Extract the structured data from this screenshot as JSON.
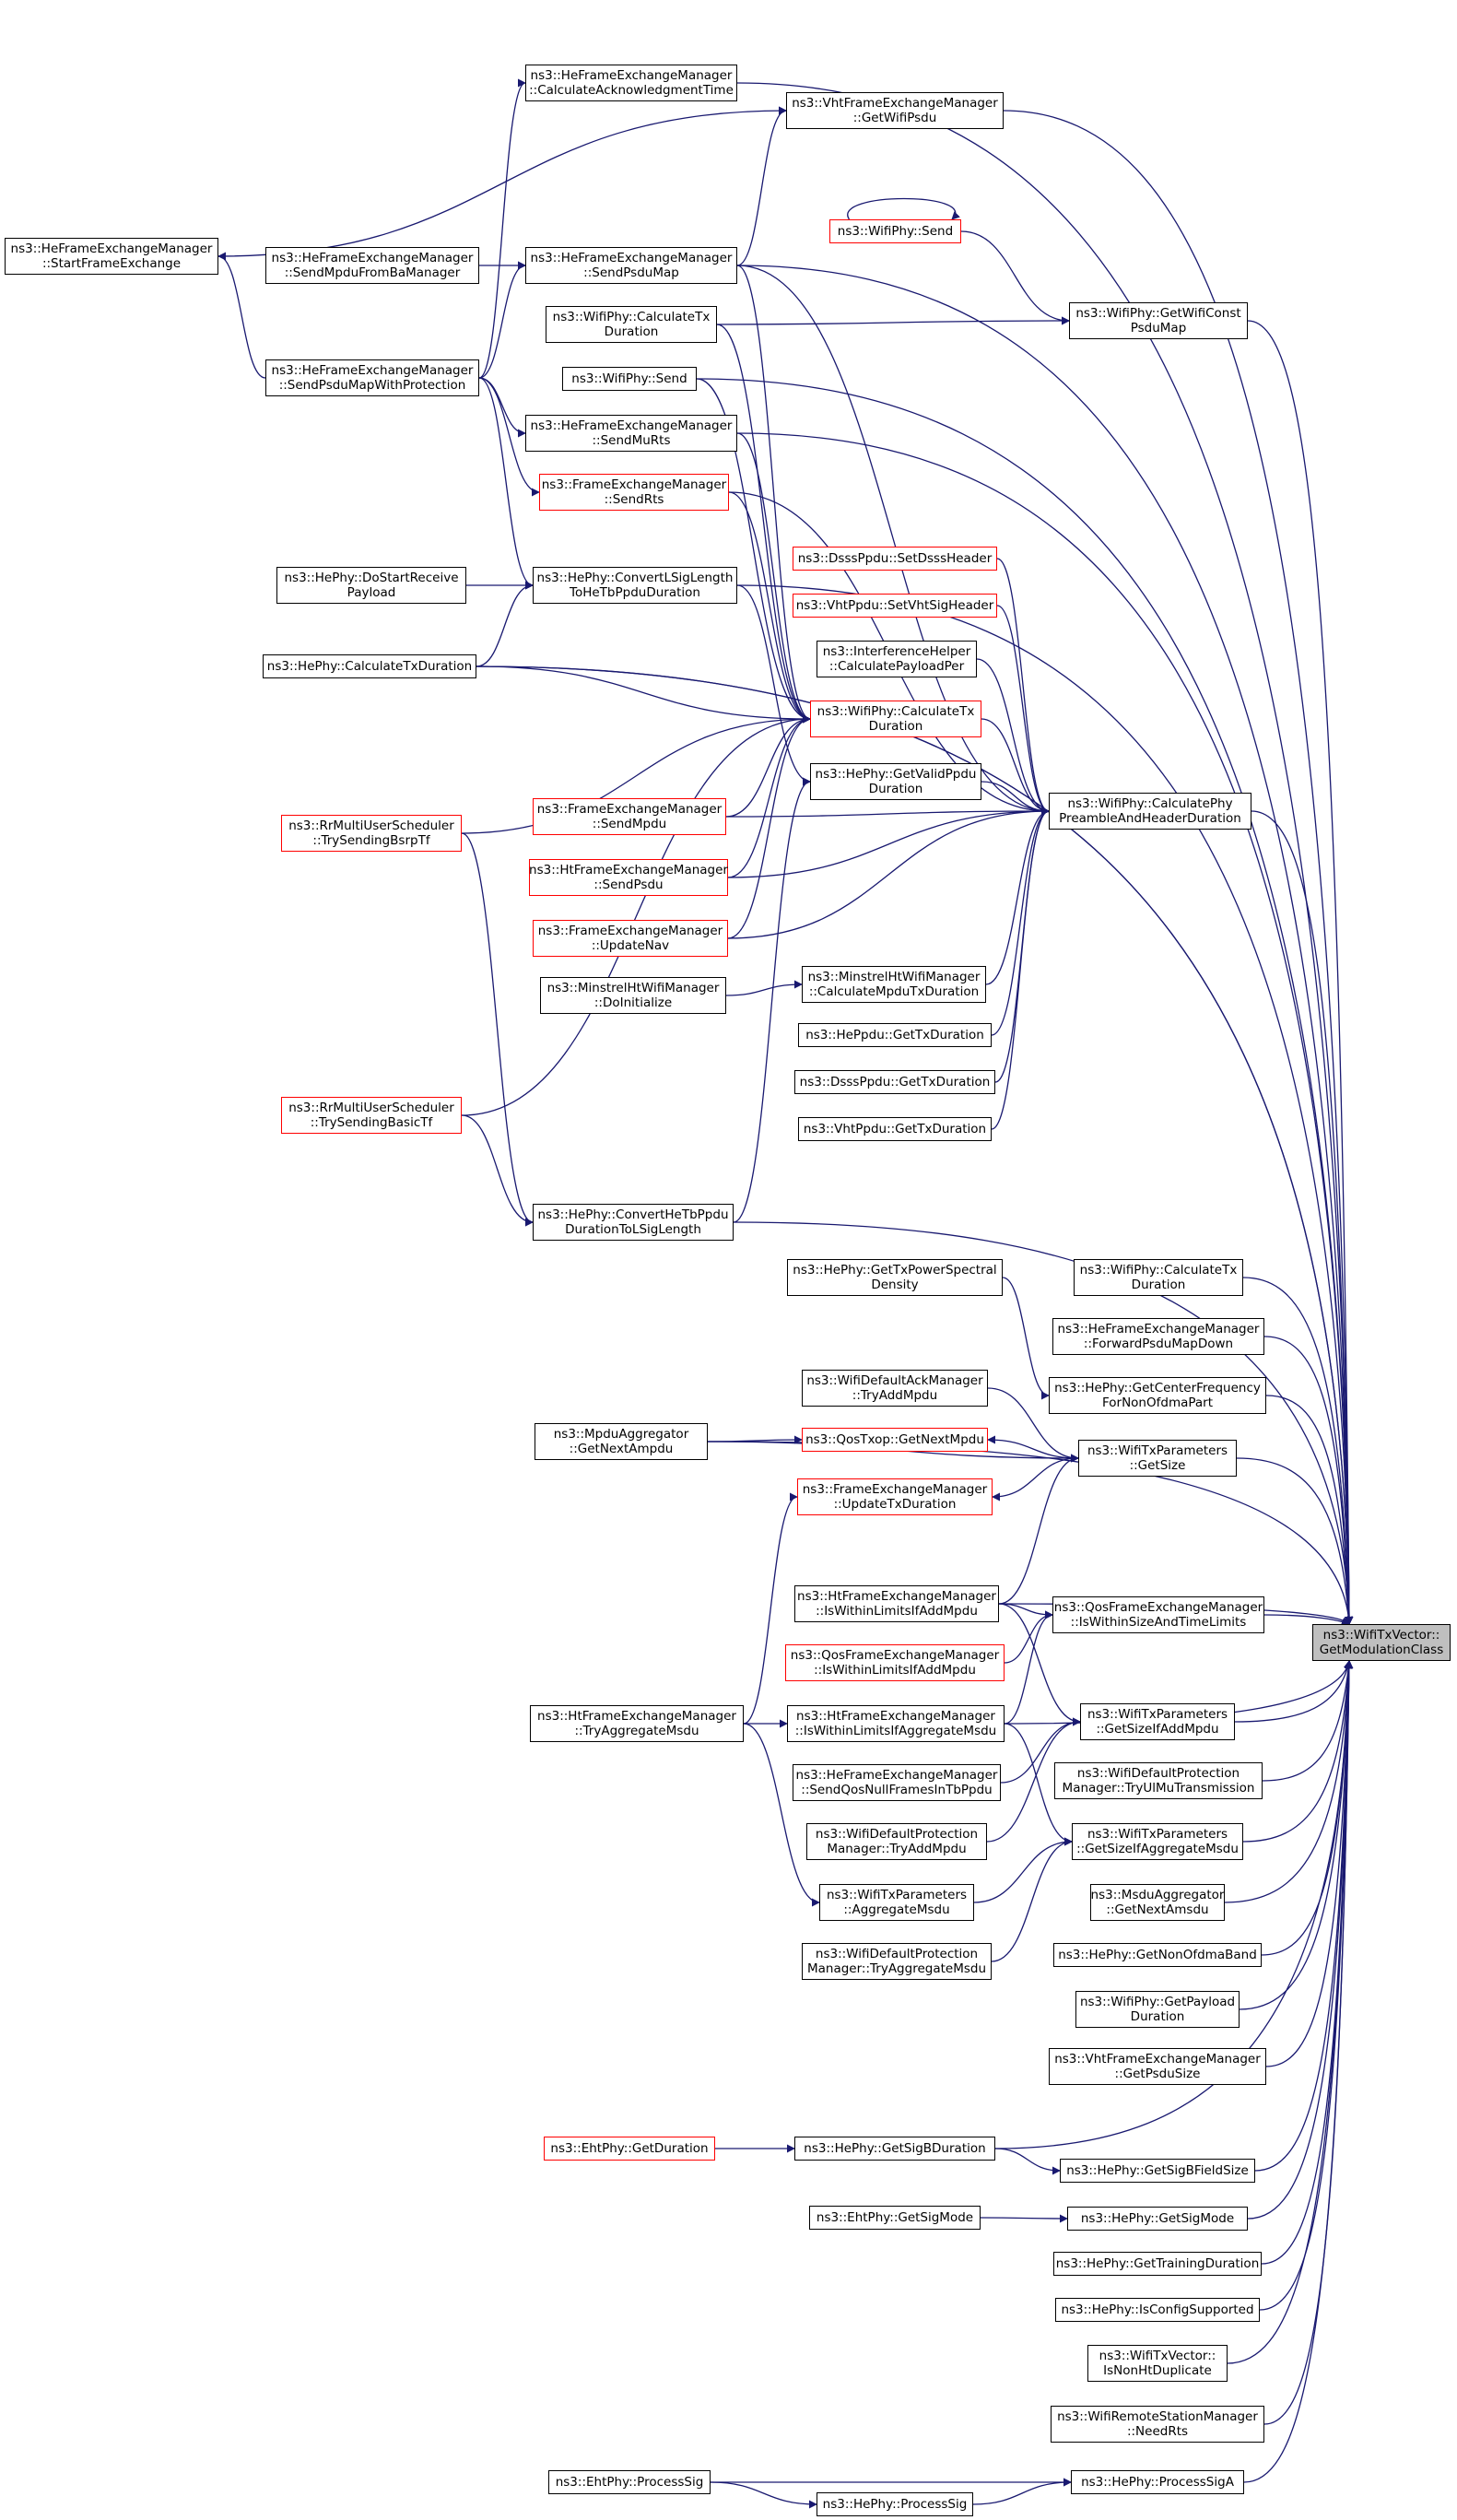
{
  "colors": {
    "edge": "#191970",
    "box_border": "#000000",
    "box_border_truncated": "#ff0000",
    "target_fill": "#bfbfbf",
    "background": "#ffffff"
  },
  "nodes": {
    "n_heframe_calcack": {
      "lines": [
        "ns3::HeFrameExchangeManager",
        "::CalculateAcknowledgmentTime"
      ]
    },
    "n_vhtframe_getwifipsdu": {
      "lines": [
        "ns3::VhtFrameExchangeManager",
        "::GetWifiPsdu"
      ]
    },
    "n_heframe_startframe": {
      "lines": [
        "ns3::HeFrameExchangeManager",
        "::StartFrameExchange"
      ]
    },
    "n_wifiphy_send_red": {
      "lines": [
        "ns3::WifiPhy::Send"
      ]
    },
    "n_heframe_sendpsdufromba": {
      "lines": [
        "ns3::HeFrameExchangeManager",
        "::SendMpduFromBaManager"
      ]
    },
    "n_heframe_sendpsdumap": {
      "lines": [
        "ns3::HeFrameExchangeManager",
        "::SendPsduMap"
      ]
    },
    "n_wifiphy_getwificonstpsdumap": {
      "lines": [
        "ns3::WifiPhy::GetWifiConst",
        "PsduMap"
      ]
    },
    "n_wifiphy_calctxduration_top": {
      "lines": [
        "ns3::WifiPhy::CalculateTx",
        "Duration"
      ]
    },
    "n_heframe_sendpsdumapwp": {
      "lines": [
        "ns3::HeFrameExchangeManager",
        "::SendPsduMapWithProtection"
      ]
    },
    "n_wifiphy_send": {
      "lines": [
        "ns3::WifiPhy::Send"
      ]
    },
    "n_heframe_sendmurts": {
      "lines": [
        "ns3::HeFrameExchangeManager",
        "::SendMuRts"
      ]
    },
    "n_frame_sendrts": {
      "lines": [
        "ns3::FrameExchangeManager",
        "::SendRts"
      ]
    },
    "n_dsssppdu_setdsssheader": {
      "lines": [
        "ns3::DsssPpdu::SetDsssHeader"
      ]
    },
    "n_hephy_dostartreceive": {
      "lines": [
        "ns3::HePhy::DoStartReceive",
        "Payload"
      ]
    },
    "n_hephy_convertlsig": {
      "lines": [
        "ns3::HePhy::ConvertLSigLength",
        "ToHeTbPpduDuration"
      ]
    },
    "n_vhtppdu_setvhtsigheader": {
      "lines": [
        "ns3::VhtPpdu::SetVhtSigHeader"
      ]
    },
    "n_interferencehelper": {
      "lines": [
        "ns3::InterferenceHelper",
        "::CalculatePayloadPer"
      ]
    },
    "n_hephy_calctxduration": {
      "lines": [
        "ns3::HePhy::CalculateTxDuration"
      ]
    },
    "n_wifiphy_calctxduration_red": {
      "lines": [
        "ns3::WifiPhy::CalculateTx",
        "Duration"
      ]
    },
    "n_hephy_getvalidppdu": {
      "lines": [
        "ns3::HePhy::GetValidPpdu",
        "Duration"
      ]
    },
    "n_wifiphy_calcphypreamble": {
      "lines": [
        "ns3::WifiPhy::CalculatePhy",
        "PreambleAndHeaderDuration"
      ]
    },
    "n_rrmulti_bsrptf": {
      "lines": [
        "ns3::RrMultiUserScheduler",
        "::TrySendingBsrpTf"
      ]
    },
    "n_frame_sendmpdu": {
      "lines": [
        "ns3::FrameExchangeManager",
        "::SendMpdu"
      ]
    },
    "n_htframe_sendpsdu": {
      "lines": [
        "ns3::HtFrameExchangeManager",
        "::SendPsdu"
      ]
    },
    "n_frame_updatenav": {
      "lines": [
        "ns3::FrameExchangeManager",
        "::UpdateNav"
      ]
    },
    "n_minstrel_doinit": {
      "lines": [
        "ns3::MinstrelHtWifiManager",
        "::DoInitialize"
      ]
    },
    "n_minstrel_calcmpdu": {
      "lines": [
        "ns3::MinstrelHtWifiManager",
        "::CalculateMpduTxDuration"
      ]
    },
    "n_heppdu_gettxduration": {
      "lines": [
        "ns3::HePpdu::GetTxDuration"
      ]
    },
    "n_dsssppdu_gettxduration": {
      "lines": [
        "ns3::DsssPpdu::GetTxDuration"
      ]
    },
    "n_rrmulti_basictf": {
      "lines": [
        "ns3::RrMultiUserScheduler",
        "::TrySendingBasicTf"
      ]
    },
    "n_vhtppdu_gettxduration": {
      "lines": [
        "ns3::VhtPpdu::GetTxDuration"
      ]
    },
    "n_hephy_convertheduration": {
      "lines": [
        "ns3::HePhy::ConvertHeTbPpdu",
        "DurationToLSigLength"
      ]
    },
    "n_hephy_gettxpower": {
      "lines": [
        "ns3::HePhy::GetTxPowerSpectral",
        "Density"
      ]
    },
    "n_wifiphy_calctxduration_right": {
      "lines": [
        "ns3::WifiPhy::CalculateTx",
        "Duration"
      ]
    },
    "n_heframe_forwardpsdu": {
      "lines": [
        "ns3::HeFrameExchangeManager",
        "::ForwardPsduMapDown"
      ]
    },
    "n_wifiackmanager_tryaddmpdu": {
      "lines": [
        "ns3::WifiDefaultAckManager",
        "::TryAddMpdu"
      ]
    },
    "n_hephy_getcenterfreq": {
      "lines": [
        "ns3::HePhy::GetCenterFrequency",
        "ForNonOfdmaPart"
      ]
    },
    "n_mpduaggregator_getnextampdu": {
      "lines": [
        "ns3::MpduAggregator",
        "::GetNextAmpdu"
      ]
    },
    "n_qostxop_getnextmpdu": {
      "lines": [
        "ns3::QosTxop::GetNextMpdu"
      ]
    },
    "n_wifitxparams_getsize": {
      "lines": [
        "ns3::WifiTxParameters",
        "::GetSize"
      ]
    },
    "n_frame_updatetxduration": {
      "lines": [
        "ns3::FrameExchangeManager",
        "::UpdateTxDuration"
      ]
    },
    "n_htframe_iswithinlimitsaddmpdu": {
      "lines": [
        "ns3::HtFrameExchangeManager",
        "::IsWithinLimitsIfAddMpdu"
      ]
    },
    "n_qosframe_iswithinsize": {
      "lines": [
        "ns3::QosFrameExchangeManager",
        "::IsWithinSizeAndTimeLimits"
      ]
    },
    "n_wifitxvector_getmodclass": {
      "lines": [
        "ns3::WifiTxVector::",
        "GetModulationClass"
      ]
    },
    "n_qosframe_iswithinlimitsaddmpdu": {
      "lines": [
        "ns3::QosFrameExchangeManager",
        "::IsWithinLimitsIfAddMpdu"
      ]
    },
    "n_htframe_tryaggregatemsdu": {
      "lines": [
        "ns3::HtFrameExchangeManager",
        "::TryAggregateMsdu"
      ]
    },
    "n_htframe_iswithinlimitsaggmsdu": {
      "lines": [
        "ns3::HtFrameExchangeManager",
        "::IsWithinLimitsIfAggregateMsdu"
      ]
    },
    "n_wifitxparams_getsizeifaddmpdu": {
      "lines": [
        "ns3::WifiTxParameters",
        "::GetSizeIfAddMpdu"
      ]
    },
    "n_heframe_sendqosnull": {
      "lines": [
        "ns3::HeFrameExchangeManager",
        "::SendQosNullFramesInTbPpdu"
      ]
    },
    "n_wifiprotection_tryulmu": {
      "lines": [
        "ns3::WifiDefaultProtection",
        "Manager::TryUlMuTransmission"
      ]
    },
    "n_wifiprotection_tryaddmpdu": {
      "lines": [
        "ns3::WifiDefaultProtection",
        "Manager::TryAddMpdu"
      ]
    },
    "n_wifitxparams_getsizeifaggmsdu": {
      "lines": [
        "ns3::WifiTxParameters",
        "::GetSizeIfAggregateMsdu"
      ]
    },
    "n_wifitxparams_aggregatemsdu": {
      "lines": [
        "ns3::WifiTxParameters",
        "::AggregateMsdu"
      ]
    },
    "n_msduaggregator_getnextamsdu": {
      "lines": [
        "ns3::MsduAggregator",
        "::GetNextAmsdu"
      ]
    },
    "n_wifiprotection_tryaggmsdu": {
      "lines": [
        "ns3::WifiDefaultProtection",
        "Manager::TryAggregateMsdu"
      ]
    },
    "n_hephy_getnonofdmaband": {
      "lines": [
        "ns3::HePhy::GetNonOfdmaBand"
      ]
    },
    "n_wifiphy_getpayloadduration": {
      "lines": [
        "ns3::WifiPhy::GetPayload",
        "Duration"
      ]
    },
    "n_vhtframe_getpsdusize": {
      "lines": [
        "ns3::VhtFrameExchangeManager",
        "::GetPsduSize"
      ]
    },
    "n_ehtphy_getduration": {
      "lines": [
        "ns3::EhtPhy::GetDuration"
      ]
    },
    "n_hephy_getsigbduration": {
      "lines": [
        "ns3::HePhy::GetSigBDuration"
      ]
    },
    "n_hephy_getsigbfieldsize": {
      "lines": [
        "ns3::HePhy::GetSigBFieldSize"
      ]
    },
    "n_ehtphy_getsigmode": {
      "lines": [
        "ns3::EhtPhy::GetSigMode"
      ]
    },
    "n_hephy_getsigmode": {
      "lines": [
        "ns3::HePhy::GetSigMode"
      ]
    },
    "n_hephy_gettrainingduration": {
      "lines": [
        "ns3::HePhy::GetTrainingDuration"
      ]
    },
    "n_hephy_isconfigsupported": {
      "lines": [
        "ns3::HePhy::IsConfigSupported"
      ]
    },
    "n_wifitxvector_isnonhtdup": {
      "lines": [
        "ns3::WifiTxVector::",
        "IsNonHtDuplicate"
      ]
    },
    "n_wifiremote_needrts": {
      "lines": [
        "ns3::WifiRemoteStationManager",
        "::NeedRts"
      ]
    },
    "n_ehtphy_processsig": {
      "lines": [
        "ns3::EhtPhy::ProcessSig"
      ]
    },
    "n_hephy_processsiga": {
      "lines": [
        "ns3::HePhy::ProcessSigA"
      ]
    },
    "n_hephy_processsig": {
      "lines": [
        "ns3::HePhy::ProcessSig"
      ]
    }
  }
}
